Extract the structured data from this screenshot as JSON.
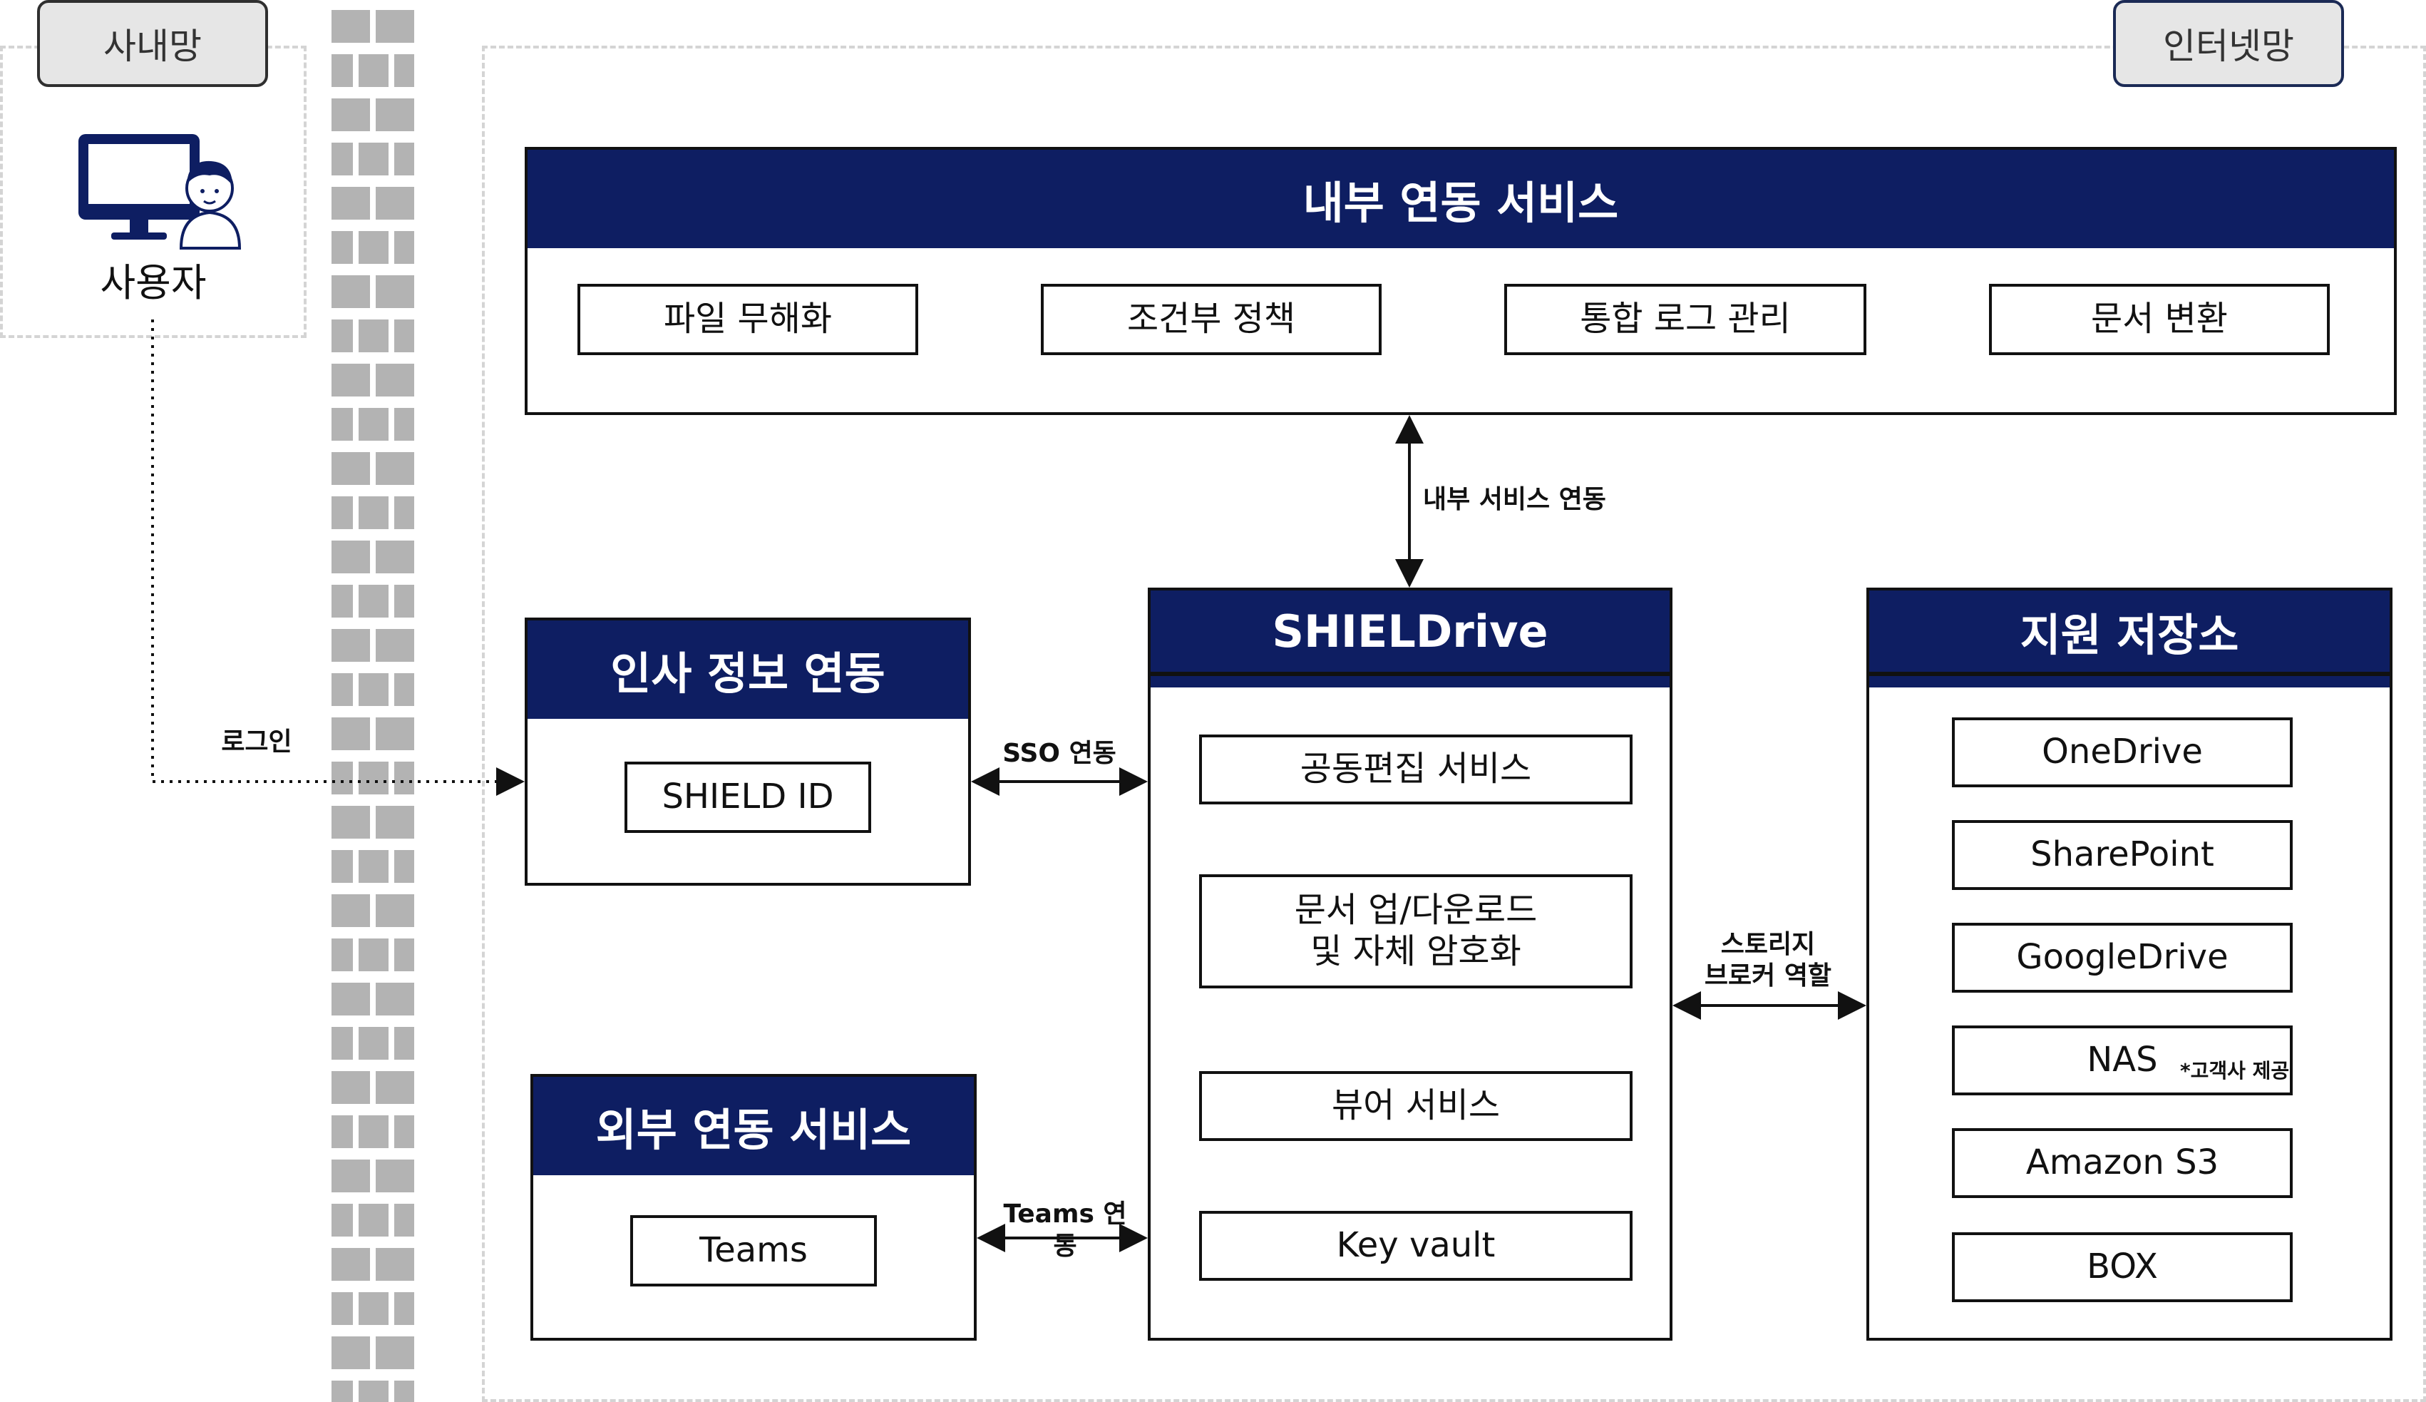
{
  "zones": {
    "internal_label": "사내망",
    "internet_label": "인터넷망"
  },
  "user": {
    "label": "사용자",
    "icon": "user-computer-icon"
  },
  "firewall": {
    "icon": "firewall-brick-wall-icon"
  },
  "internal_services": {
    "title": "내부 연동 서비스",
    "items": [
      "파일 무해화",
      "조건부 정책",
      "통합 로그 관리",
      "문서 변환"
    ]
  },
  "hr_integration": {
    "title": "인사 정보 연동",
    "items": [
      "SHIELD ID"
    ]
  },
  "external_services": {
    "title": "외부 연동 서비스",
    "items": [
      "Teams"
    ]
  },
  "shieldrive": {
    "title": "SHIELDrive",
    "items": [
      "공동편집 서비스",
      "문서 업/다운로드\n및 자체 암호화",
      "뷰어 서비스",
      "Key vault"
    ]
  },
  "storage": {
    "title": "지원 저장소",
    "items": [
      "OneDrive",
      "SharePoint",
      "GoogleDrive",
      "NAS",
      "Amazon S3",
      "BOX"
    ],
    "nas_note": "*고객사 제공"
  },
  "connections": {
    "login": "로그인",
    "internal_link": "내부 서비스 연동",
    "sso": "SSO 연동",
    "teams": "Teams 연동",
    "broker_line1": "스토리지",
    "broker_line2": "브로커 역할"
  },
  "colors": {
    "header_navy": "#0e1e62",
    "wall_gray": "#b3b3b3"
  }
}
